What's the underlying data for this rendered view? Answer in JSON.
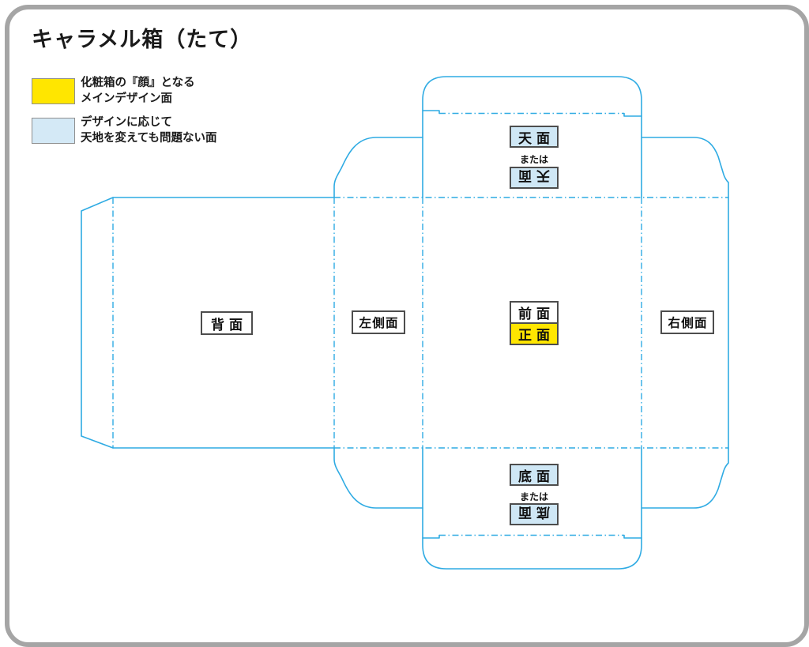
{
  "title": "キャラメル箱（たて）",
  "legend": {
    "items": [
      {
        "swatch_name": "main-design-face-swatch",
        "swatch_color": "#ffe600",
        "lines": [
          "化粧箱の『顔』となる",
          "メインデザイン面"
        ]
      },
      {
        "swatch_name": "flexible-orientation-face-swatch",
        "swatch_color": "#d4e9f6",
        "lines": [
          "デザインに応じて",
          "天地を変えても問題ない面"
        ]
      }
    ]
  },
  "diagram": {
    "colors": {
      "dieline": "#2fabe3",
      "highlight": "#ffe600",
      "flexible_face_fill": "#cfe7f5",
      "label_border": "#4d4d4d"
    },
    "top": {
      "face": "天面",
      "or": "または",
      "face_rotated": "天面"
    },
    "bottom": {
      "face": "底面",
      "or": "または",
      "face_rotated": "底面"
    },
    "back": "背面",
    "left_side": "左側面",
    "right_side": "右側面",
    "front": {
      "upper": "前面",
      "main": "正面"
    }
  }
}
